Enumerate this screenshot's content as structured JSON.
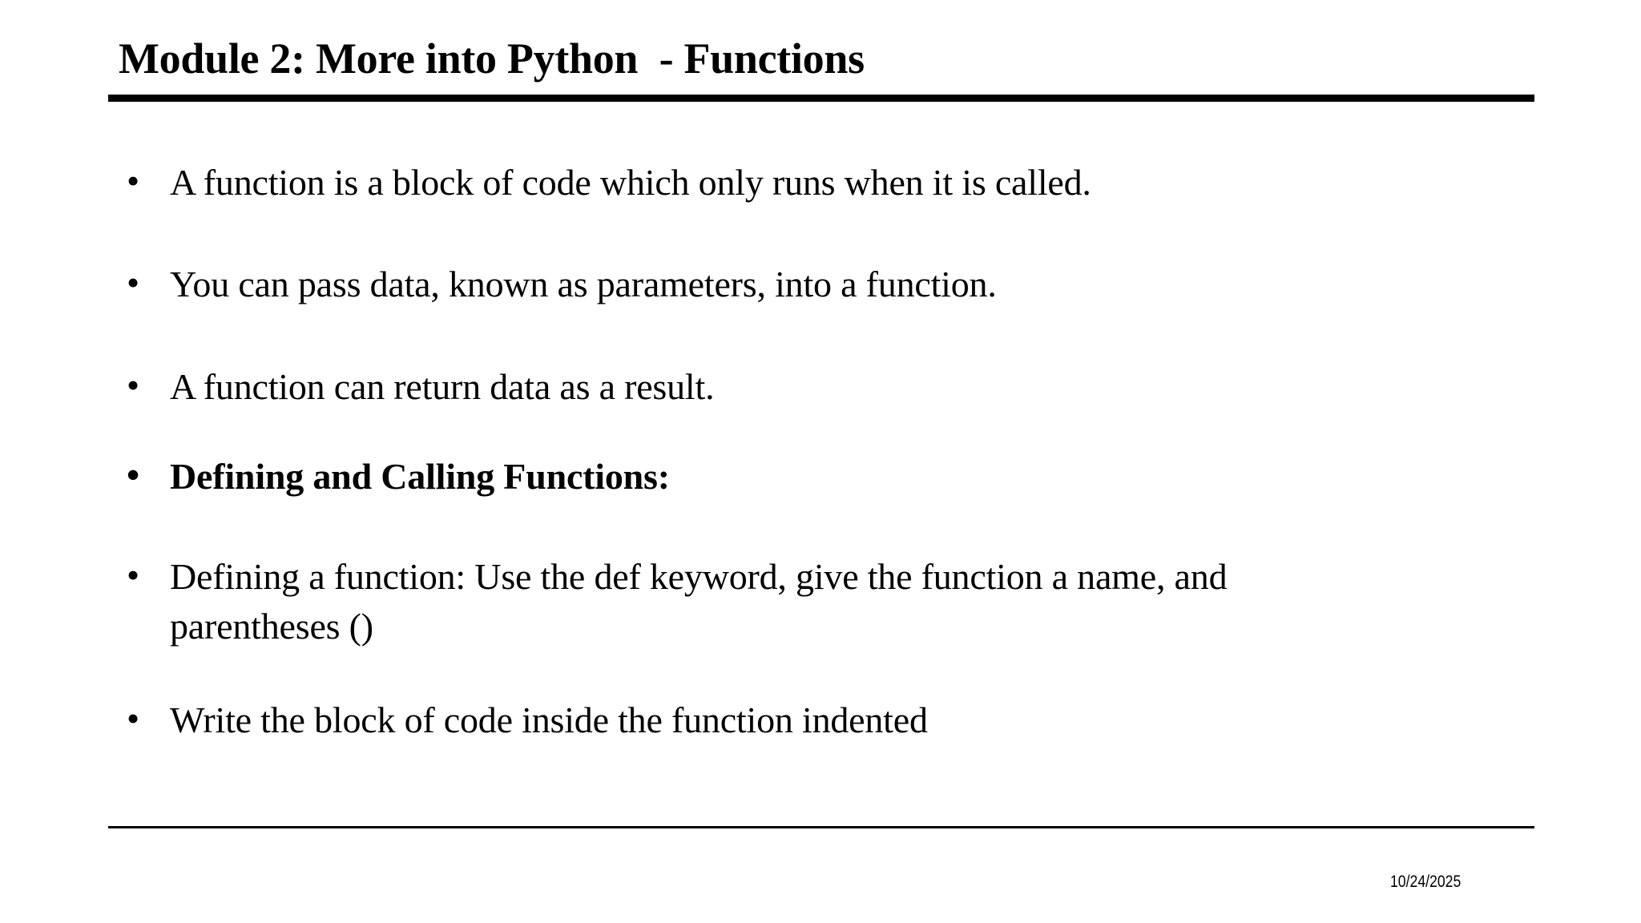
{
  "slide": {
    "title": "Module 2: More into Python  - Functions",
    "bullet_glyph": "•",
    "bullets": [
      {
        "text": "A function is a block of code which only runs when it is called.",
        "bold": false
      },
      {
        "text": "You can pass data, known as parameters, into a function.",
        "bold": false
      },
      {
        "text": "A function can return data as a result.",
        "bold": false
      },
      {
        "text": "Defining and Calling Functions:",
        "bold": true
      },
      {
        "text": "Defining a function: Use the def keyword, give the function a name, and\nparentheses ()",
        "bold": false
      },
      {
        "text": "Write the block of code inside the function indented",
        "bold": false
      }
    ],
    "footer": {
      "date": "10/24/2025"
    },
    "colors": {
      "text": "#000000",
      "background": "#ffffff",
      "rule": "#000000"
    }
  }
}
